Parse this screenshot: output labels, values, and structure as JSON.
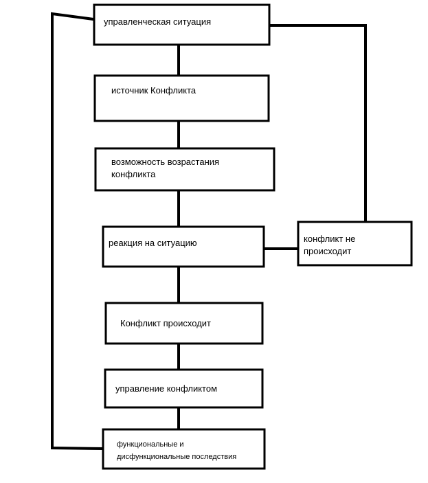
{
  "diagram": {
    "colors": {
      "stroke": "#000000",
      "box_fill": "#ffffff",
      "text": "#000000"
    },
    "nodes": {
      "management_situation": {
        "label": "управленческая ситуация"
      },
      "conflict_source": {
        "label": "источник Конфликта"
      },
      "escalation_possibility": {
        "label_lines": [
          "возможность возрастания",
          "конфликта"
        ]
      },
      "reaction": {
        "label": "реакция на ситуацию"
      },
      "conflict_occurs": {
        "label": "Конфликт происходит"
      },
      "conflict_management": {
        "label": "управление конфликтом"
      },
      "consequences": {
        "label_lines": [
          "функциональные и",
          "дисфункциональные последствия"
        ]
      },
      "no_conflict": {
        "label_lines": [
          "конфликт не",
          "происходит"
        ]
      }
    }
  }
}
